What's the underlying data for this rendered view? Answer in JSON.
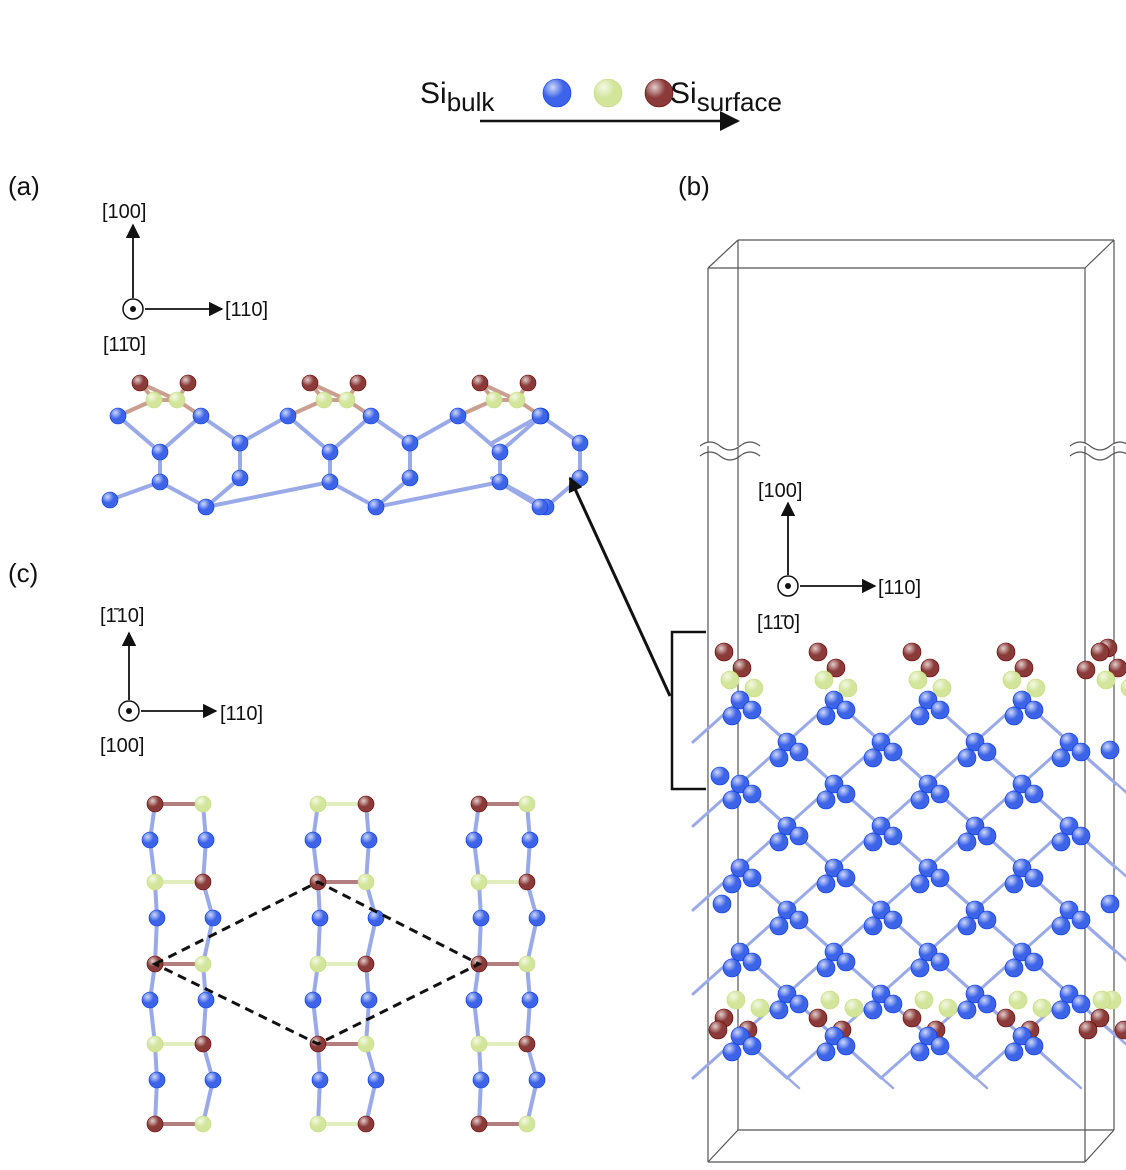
{
  "legend": {
    "bulk_label": "Si",
    "bulk_sub": "bulk",
    "surface_label": "Si",
    "surface_sub": "surface",
    "atom_colors": [
      "#3d64e8",
      "#d2e59a",
      "#8a3a38"
    ]
  },
  "colors": {
    "bulk": "#3d64e8",
    "subsurface": "#d2e59a",
    "surface": "#8a3a38",
    "bond": "#9aaae8",
    "cell": "#555555"
  },
  "panel_a": {
    "label": "(a)",
    "axis_up": "[100]",
    "axis_right": "[110]",
    "axis_out": "[11̄0]"
  },
  "panel_b": {
    "label": "(b)",
    "axis_up": "[100]",
    "axis_right": "[110]",
    "axis_out": "[11̄0]"
  },
  "panel_c": {
    "label": "(c)",
    "axis_up": "[1̄10]",
    "axis_right": "[110]",
    "axis_out": "[100]"
  }
}
